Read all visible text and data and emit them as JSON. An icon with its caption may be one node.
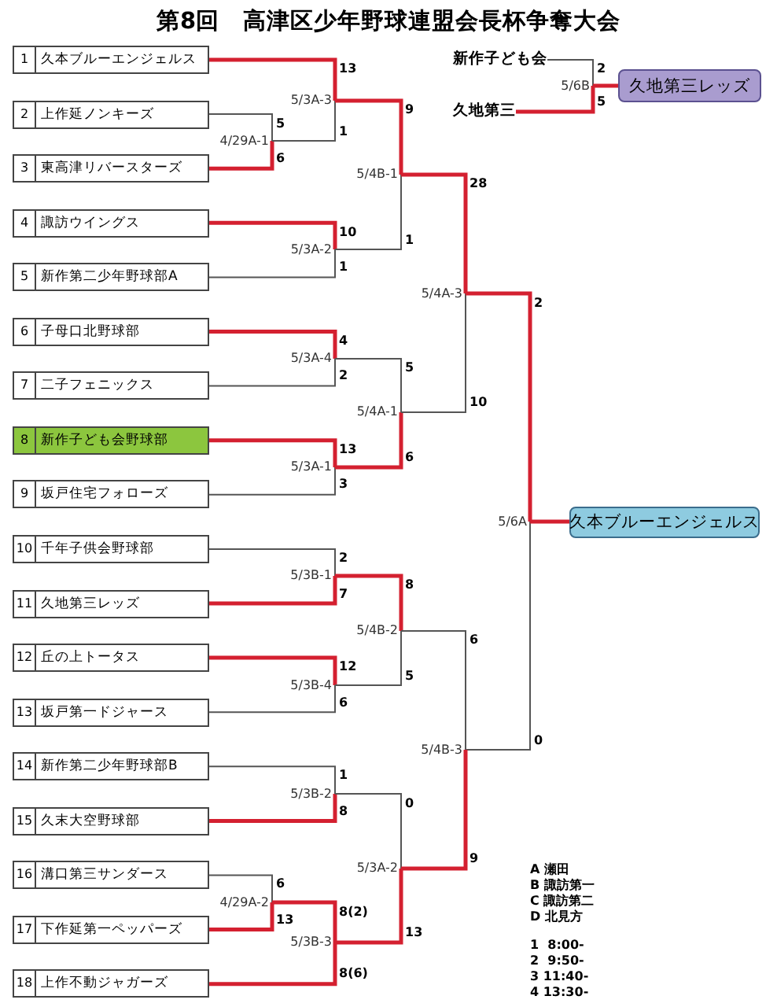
{
  "diagram": {
    "title": "第8回　高津区少年野球連盟会長杯争奪大会",
    "nodes": [
      {
        "text": [
          "1",
          "久本ブルーエンジェルス"
        ]
      },
      {
        "text": [
          "2",
          "上作延ノンキーズ"
        ]
      },
      {
        "text": [
          "3",
          "東高津リバースターズ"
        ]
      },
      {
        "text": [
          "4",
          "諏訪ウイングス"
        ]
      },
      {
        "text": [
          "5",
          "新作第二少年野球部A"
        ]
      },
      {
        "text": [
          "6",
          "子母口北野球部"
        ]
      },
      {
        "text": [
          "7",
          "二子フェニックス"
        ]
      },
      {
        "text": [
          "8",
          "新作子ども会野球部"
        ]
      },
      {
        "text": [
          "9",
          "坂戸住宅フォローズ"
        ]
      },
      {
        "text": [
          "10",
          "千年子供会野球部"
        ]
      },
      {
        "text": [
          "11",
          "久地第三レッズ"
        ]
      },
      {
        "text": [
          "12",
          "丘の上トータス"
        ]
      },
      {
        "text": [
          "13",
          "坂戸第一ドジャース"
        ]
      },
      {
        "text": [
          "14",
          "新作第二少年野球部B"
        ]
      },
      {
        "text": [
          "15",
          "久末大空野球部"
        ]
      },
      {
        "text": [
          "16",
          "溝口第三サンダース"
        ]
      },
      {
        "text": [
          "17",
          "下作延第一ペッパーズ"
        ]
      },
      {
        "text": [
          "18",
          "上作不動ジャガーズ"
        ]
      },
      {
        "text": [
          "新作子ども会"
        ]
      },
      {
        "text": [
          "久地第三"
        ]
      },
      {
        "text": [
          "5/6B"
        ]
      },
      {
        "text": [
          "久地第三レッズ"
        ]
      },
      {
        "text": [
          "4/29A-1"
        ]
      },
      {
        "text": [
          "5/3A-3"
        ]
      },
      {
        "text": [
          "5/3A-2"
        ]
      },
      {
        "text": [
          "5/4B-1"
        ]
      },
      {
        "text": [
          "5/3A-4"
        ]
      },
      {
        "text": [
          "5/3A-1"
        ]
      },
      {
        "text": [
          "5/4A-1"
        ]
      },
      {
        "text": [
          "5/4A-3"
        ]
      },
      {
        "text": [
          "5/6A"
        ]
      },
      {
        "text": [
          "久本ブルーエンジェルス"
        ]
      },
      {
        "text": [
          "5/3B-1"
        ]
      },
      {
        "text": [
          "5/3B-4"
        ]
      },
      {
        "text": [
          "5/4B-2"
        ]
      },
      {
        "text": [
          "5/3B-2"
        ]
      },
      {
        "text": [
          "4/29A-2"
        ]
      },
      {
        "text": [
          "5/3B-3"
        ]
      },
      {
        "text": [
          "5/3A-2"
        ]
      },
      {
        "text": [
          "5/4B-3"
        ]
      }
    ],
    "edges": [
      {
        "from": 0,
        "to": 23,
        "arrow": "none",
        "label": "13"
      },
      {
        "from": 1,
        "to": 22,
        "arrow": "none",
        "label": "5",
        "color": "#555555"
      },
      {
        "from": 2,
        "to": 22,
        "arrow": "none",
        "label": "6"
      },
      {
        "from": 22,
        "to": 23,
        "arrow": "none",
        "label": "1",
        "color": "#555555"
      },
      {
        "from": 3,
        "to": 24,
        "arrow": "none",
        "label": "10"
      },
      {
        "from": 4,
        "to": 24,
        "arrow": "none",
        "label": "1",
        "color": "#555555"
      },
      {
        "from": 23,
        "to": 25,
        "arrow": "none",
        "label": "9"
      },
      {
        "from": 24,
        "to": 25,
        "arrow": "none",
        "label": "1",
        "color": "#555555"
      },
      {
        "from": 5,
        "to": 26,
        "arrow": "none",
        "label": "4"
      },
      {
        "from": 6,
        "to": 26,
        "arrow": "none",
        "label": "2",
        "color": "#555555"
      },
      {
        "from": 7,
        "to": 27,
        "arrow": "none",
        "label": "13"
      },
      {
        "from": 8,
        "to": 27,
        "arrow": "none",
        "label": "3",
        "color": "#555555"
      },
      {
        "from": 26,
        "to": 28,
        "arrow": "none",
        "label": "5",
        "color": "#555555"
      },
      {
        "from": 27,
        "to": 28,
        "arrow": "none",
        "label": "6"
      },
      {
        "from": 25,
        "to": 29,
        "arrow": "none",
        "label": "28"
      },
      {
        "from": 28,
        "to": 29,
        "arrow": "none",
        "label": "10",
        "color": "#555555"
      },
      {
        "from": 29,
        "to": 30,
        "arrow": "none",
        "label": "2"
      },
      {
        "from": 39,
        "to": 30,
        "arrow": "none",
        "label": "0",
        "color": "#555555"
      },
      {
        "from": 30,
        "to": 31,
        "arrow": "none"
      },
      {
        "from": 9,
        "to": 32,
        "arrow": "none",
        "label": "2",
        "color": "#555555"
      },
      {
        "from": 10,
        "to": 32,
        "arrow": "none",
        "label": "7"
      },
      {
        "from": 11,
        "to": 33,
        "arrow": "none",
        "label": "12"
      },
      {
        "from": 12,
        "to": 33,
        "arrow": "none",
        "label": "6",
        "color": "#555555"
      },
      {
        "from": 32,
        "to": 34,
        "arrow": "none",
        "label": "8"
      },
      {
        "from": 33,
        "to": 34,
        "arrow": "none",
        "label": "5",
        "color": "#555555"
      },
      {
        "from": 13,
        "to": 35,
        "arrow": "none",
        "label": "1",
        "color": "#555555"
      },
      {
        "from": 14,
        "to": 35,
        "arrow": "none",
        "label": "8"
      },
      {
        "from": 15,
        "to": 36,
        "arrow": "none",
        "label": "6",
        "color": "#555555"
      },
      {
        "from": 16,
        "to": 36,
        "arrow": "none",
        "label": "13"
      },
      {
        "from": 36,
        "to": 37,
        "arrow": "none",
        "label": "8(2)"
      },
      {
        "from": 17,
        "to": 37,
        "arrow": "none",
        "label": "8(6)"
      },
      {
        "from": 35,
        "to": 38,
        "arrow": "none",
        "label": "0",
        "color": "#555555"
      },
      {
        "from": 37,
        "to": 38,
        "arrow": "none",
        "label": "13"
      },
      {
        "from": 34,
        "to": 39,
        "arrow": "none",
        "label": "6",
        "color": "#555555"
      },
      {
        "from": 38,
        "to": 39,
        "arrow": "none",
        "label": "9"
      },
      {
        "from": 18,
        "to": 20,
        "arrow": "none",
        "label": "2",
        "color": "#555555"
      },
      {
        "from": 19,
        "to": 20,
        "arrow": "none",
        "label": "5"
      },
      {
        "from": 20,
        "to": 21,
        "arrow": "none"
      }
    ],
    "labels": [
      "A 瀬田",
      "B 諏訪第一",
      "C 諏訪第二",
      "D 北見方",
      "1  8:00-",
      "2  9:50-",
      "3 11:40-",
      "4 13:30-"
    ]
  }
}
